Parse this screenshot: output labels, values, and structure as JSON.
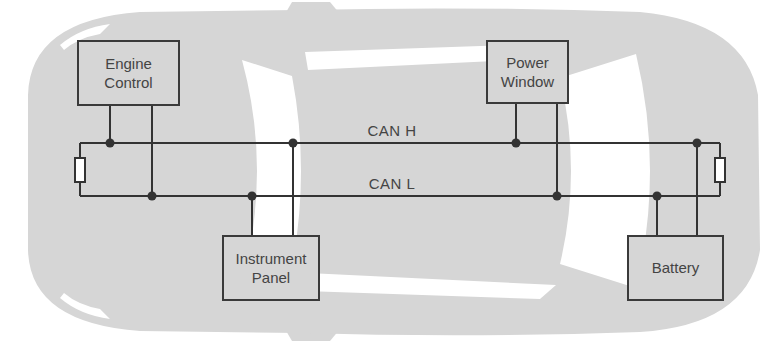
{
  "diagram": {
    "nodes": [
      {
        "text": [
          "Engine Control"
        ]
      },
      {
        "text": [
          "Power Window"
        ]
      },
      {
        "text": [
          "Instrument Panel"
        ]
      },
      {
        "text": [
          "Battery"
        ]
      }
    ],
    "labels": [
      "CAN H",
      "CAN L"
    ]
  }
}
